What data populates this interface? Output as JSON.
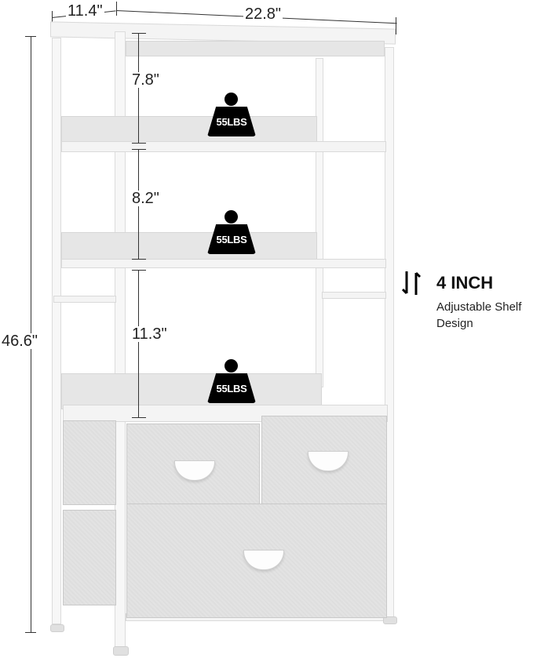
{
  "product": {
    "type": "bookshelf with fabric drawers",
    "colors": {
      "frame": "#f7f7f7",
      "drawer_fabric": "#e0e0e0",
      "weight_icon": "#000000"
    }
  },
  "dimensions": {
    "depth": "11.4\"",
    "width": "22.8\"",
    "height": "46.6\"",
    "shelf_gaps": [
      "7.8\"",
      "8.2\"",
      "11.3\""
    ]
  },
  "weight_badges": [
    {
      "label": "55LBS",
      "icon": "weight-icon"
    },
    {
      "label": "55LBS",
      "icon": "weight-icon"
    },
    {
      "label": "55LBS",
      "icon": "weight-icon"
    }
  ],
  "callout": {
    "icon": "up-down-arrows-icon",
    "title": "4 INCH",
    "subtitle": "Adjustable Shelf Design"
  },
  "drawers": [
    {
      "position": "top-left"
    },
    {
      "position": "top-right"
    },
    {
      "position": "bottom-wide"
    }
  ]
}
